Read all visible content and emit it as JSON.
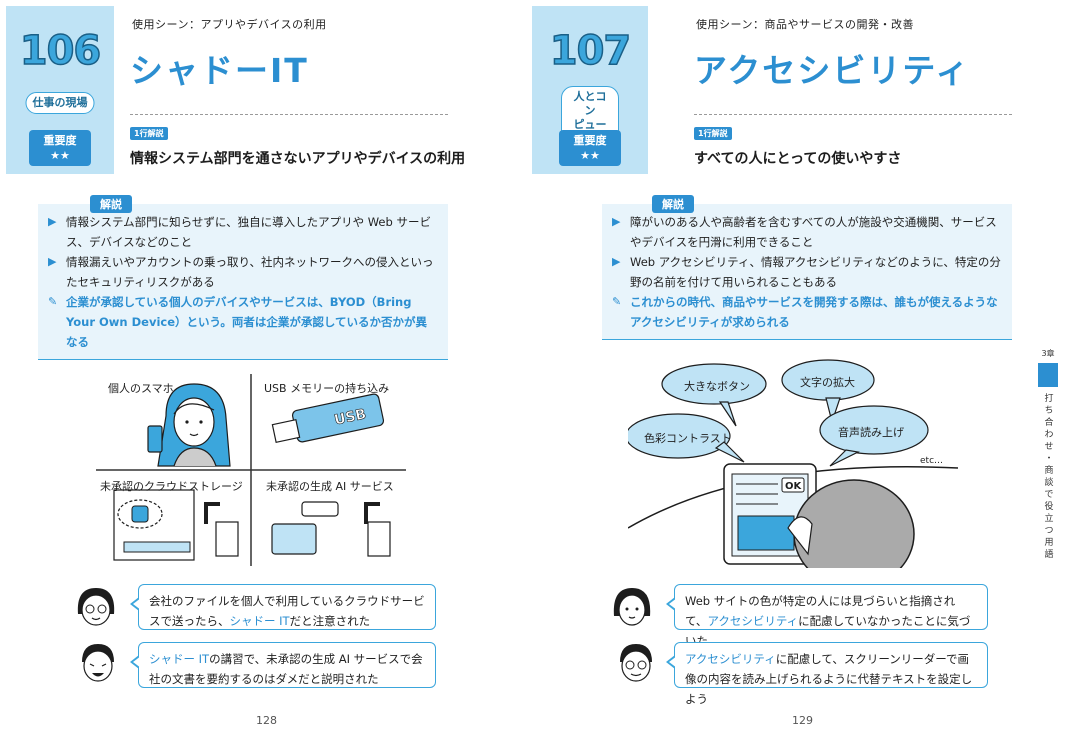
{
  "left": {
    "number": "106",
    "category": "仕事の現場",
    "importance_label": "重要度",
    "importance_stars": "★★",
    "scene": "使用シーン：アプリやデバイスの利用",
    "title": "シャドーIT",
    "oneline_tag": "1行解説",
    "oneline": "情報システム部門を通さないアプリやデバイスの利用",
    "explain_tag": "解説",
    "explain_items": [
      "情報システム部門に知らせずに、独自に導入したアプリや Web サービス、デバイスなどのこと",
      "情報漏えいやアカウントの乗っ取り、社内ネットワークへの侵入といったセキュリティリスクがある"
    ],
    "explain_note": "企業が承認している個人のデバイスやサービスは、BYOD（Bring Your Own Device）という。両者は企業が承認しているか否かが異なる",
    "panel_captions": [
      "個人のスマホ",
      "USB メモリーの持ち込み",
      "未承認のクラウドストレージ",
      "未承認の生成 AI サービス"
    ],
    "usb_text": "USB",
    "dialog1": {
      "pre": "会社のファイルを個人で利用しているクラウドサービスで送ったら、",
      "hl": "シャドー IT",
      "post": "だと注意された"
    },
    "dialog2": {
      "hl": "シャドー IT",
      "post": "の講習で、未承認の生成 AI サービスで会社の文書を要約するのはダメだと説明された"
    },
    "page": "128"
  },
  "right": {
    "number": "107",
    "category": "人とコン\nピューター",
    "importance_label": "重要度",
    "importance_stars": "★★",
    "scene": "使用シーン：商品やサービスの開発・改善",
    "title": "アクセシビリティ",
    "oneline_tag": "1行解説",
    "oneline": "すべての人にとっての使いやすさ",
    "explain_tag": "解説",
    "explain_items": [
      "障がいのある人や高齢者を含むすべての人が施設や交通機関、サービスやデバイスを円滑に利用できること",
      "Web アクセシビリティ、情報アクセシビリティなどのように、特定の分野の名前を付けて用いられることもある"
    ],
    "explain_note": "これからの時代、商品やサービスを開発する際は、誰もが使えるようなアクセシビリティが求められる",
    "speech": [
      "大きなボタン",
      "文字の拡大",
      "色彩コントラスト",
      "音声読み上げ"
    ],
    "etc": "etc…",
    "ok": "OK",
    "dialog1": {
      "pre": "Web サイトの色が特定の人には見づらいと指摘されて、",
      "hl": "アクセシビリティ",
      "post": "に配慮していなかったことに気づいた"
    },
    "dialog2": {
      "hl": "アクセシビリティ",
      "post": "に配慮して、スクリーンリーダーで画像の内容を読み上げられるように代替テキストを設定しよう"
    },
    "page": "129",
    "chapter_no": "3章",
    "chapter_title": "打ち合わせ・商談で役立つ用語"
  }
}
